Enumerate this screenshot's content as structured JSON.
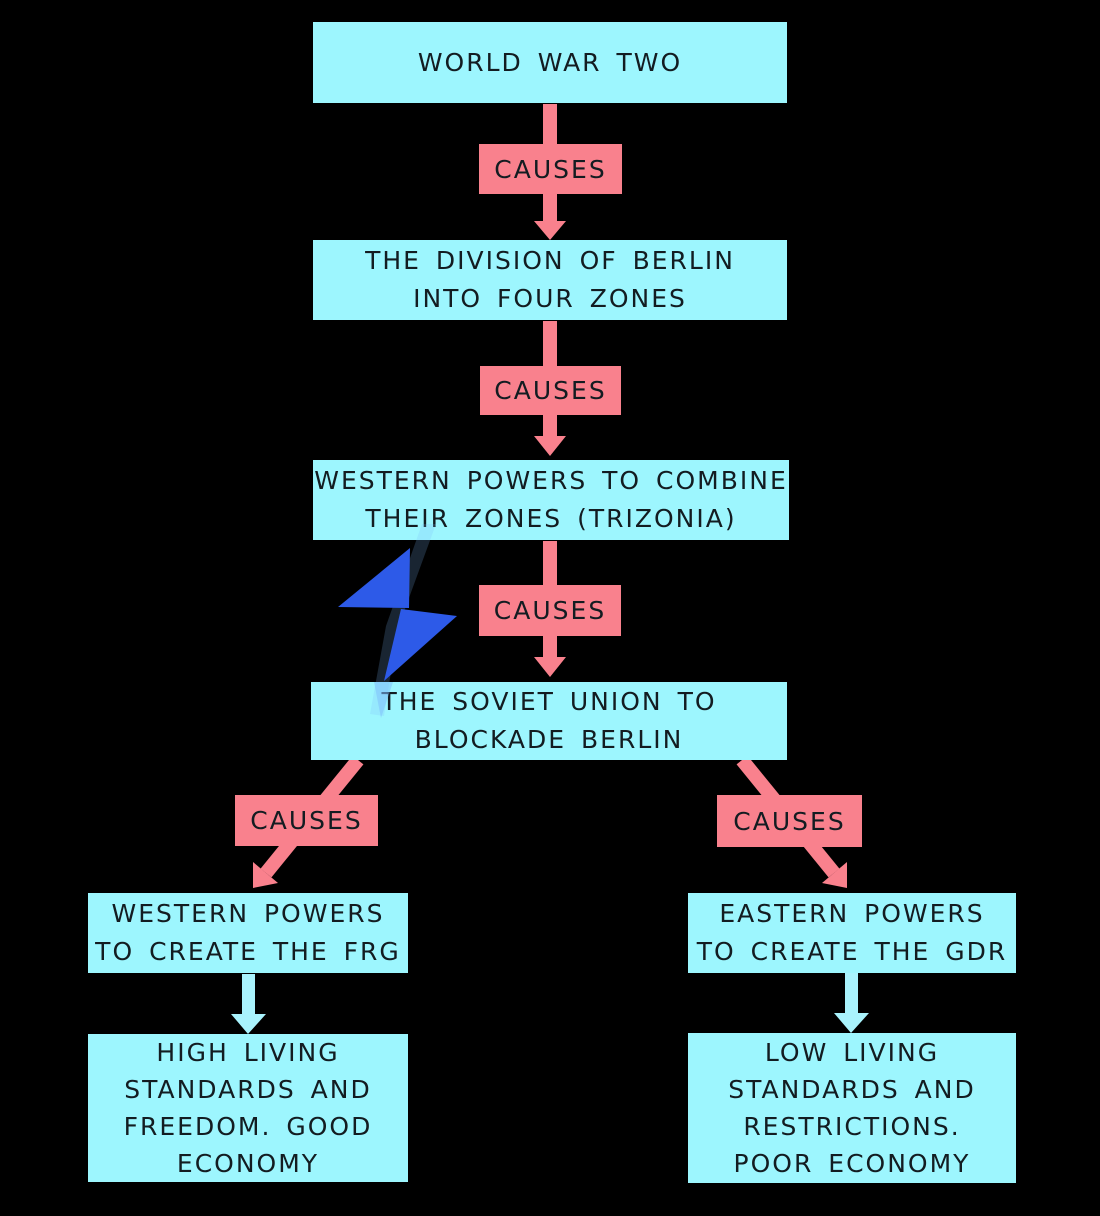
{
  "diagram": {
    "type": "flowchart",
    "background": "#000000",
    "colors": {
      "bg": "#000000",
      "node_fill": "#9df6fe",
      "cause_fill": "#f9818d",
      "arrow_cyan": "#a9f3fd",
      "bolt_blue": "#2d5ae8",
      "text_ink": "#131c21"
    },
    "icons": {
      "lightning_bolt": "lightning-bolt-icon"
    },
    "nodes": [
      {
        "id": "world-war-two",
        "lines": [
          "WORLD WAR TWO"
        ]
      },
      {
        "id": "division-of-berlin",
        "lines": [
          "THE DIVISION OF BERLIN",
          "INTO FOUR ZONES"
        ]
      },
      {
        "id": "trizonia",
        "lines": [
          "WESTERN POWERS TO COMBINE",
          "THEIR ZONES (TRIZONIA)"
        ]
      },
      {
        "id": "berlin-blockade",
        "lines": [
          "THE SOVIET UNION TO",
          "BLOCKADE BERLIN"
        ]
      },
      {
        "id": "create-frg",
        "lines": [
          "WESTERN POWERS",
          "TO CREATE THE FRG"
        ]
      },
      {
        "id": "create-gdr",
        "lines": [
          "EASTERN POWERS",
          "TO CREATE THE GDR"
        ]
      },
      {
        "id": "west-outcome",
        "lines": [
          "HIGH LIVING",
          "STANDARDS AND",
          "FREEDOM. GOOD",
          "ECONOMY"
        ]
      },
      {
        "id": "east-outcome",
        "lines": [
          "LOW LIVING",
          "STANDARDS AND",
          "RESTRICTIONS.",
          "POOR ECONOMY"
        ]
      }
    ],
    "connector_labels": [
      {
        "label": "CAUSES"
      },
      {
        "label": "CAUSES"
      },
      {
        "label": "CAUSES"
      },
      {
        "label": "CAUSES"
      },
      {
        "label": "CAUSES"
      }
    ]
  }
}
